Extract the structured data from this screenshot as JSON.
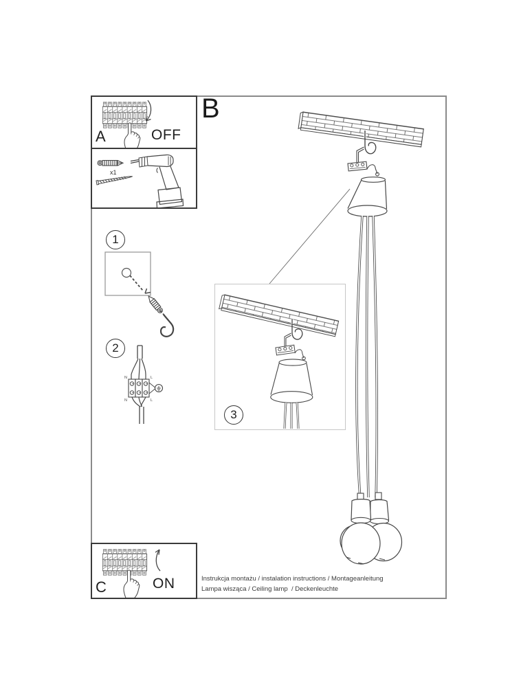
{
  "sections": {
    "a": {
      "label": "A",
      "switch_state": "OFF"
    },
    "b": {
      "label": "B"
    },
    "c": {
      "label": "C",
      "switch_state": "ON"
    }
  },
  "tools": {
    "anchor_quantity": "x1"
  },
  "steps": {
    "s1": {
      "number": "1"
    },
    "s2": {
      "number": "2"
    },
    "s3": {
      "number": "3"
    }
  },
  "wiring_labels": {
    "top_left": "N",
    "top_right": "L",
    "bottom_left": "N",
    "bottom_right": "L"
  },
  "captions": {
    "line1": "Instrukcja montażu / instalation instructions / Montageanleitung",
    "line2": "Lampa wisząca / Ceiling lamp  / Deckenleuchte"
  },
  "icons": {
    "breaker": "circuit-breaker-panel",
    "hand": "pointing-hand",
    "ground": "earth-ground-symbol"
  },
  "colors": {
    "line_art": "#454545",
    "outer_frame": "#8a8a8a",
    "box_border": "#3a3a3a",
    "inset_border": "#c6c6c6",
    "caption_text": "#3a3a3a",
    "paper": "#ffffff"
  }
}
